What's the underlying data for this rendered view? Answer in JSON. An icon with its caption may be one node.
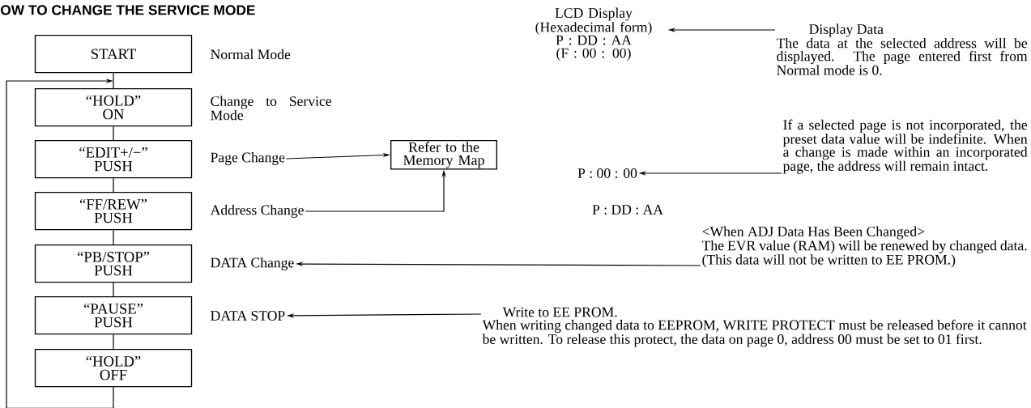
{
  "diagram": {
    "title": "OW TO CHANGE THE SERVICE MODE",
    "nodes": [
      {
        "text": [
          "START"
        ]
      },
      {
        "text": [
          "“HOLD”",
          "ON"
        ]
      },
      {
        "text": [
          "“EDIT+/−”",
          "PUSH"
        ]
      },
      {
        "text": [
          "“FF/REW”",
          "PUSH"
        ]
      },
      {
        "text": [
          "“PB/STOP”",
          "PUSH"
        ]
      },
      {
        "text": [
          "“PAUSE”",
          "PUSH"
        ]
      },
      {
        "text": [
          "“HOLD”",
          "OFF"
        ]
      },
      {
        "text": [
          "Page Change"
        ]
      },
      {
        "text": [
          "Refer to the Memory Map"
        ]
      },
      {
        "text": [
          "Address Change"
        ]
      },
      {
        "text": [
          "DATA Change"
        ]
      },
      {
        "text": [
          "DATA STOP"
        ]
      },
      {
        "text": [
          "LCD Display (Hexadecimal form)",
          "P : DD : AA",
          "(F : 00 : 00)"
        ]
      },
      {
        "text": [
          "Display Data",
          "The data at the selected address will be displayed. The page entered first from Normal mode is 0."
        ]
      },
      {
        "text": [
          "P : 00 : 00"
        ]
      },
      {
        "text": [
          "If a selected page is not incorporated, the preset data value will be indefinite. When a change is made within an incorporated page, the address will remain intact."
        ]
      },
      {
        "text": [
          "<When ADJ Data Has Been Changed>",
          "The EVR value (RAM) will be renewed by changed data. (This data will not be written to EE PROM.)"
        ]
      },
      {
        "text": [
          "Write to EE PROM.",
          "When writing changed data to EEPROM, WRITE PROTECT must be released before it cannot be written. To release this protect, the data on page 0, address 00 must be set to 01 first."
        ]
      }
    ],
    "edges": [
      {
        "from": 0,
        "to": 1,
        "arrow": "none"
      },
      {
        "from": 1,
        "to": 2,
        "arrow": "none"
      },
      {
        "from": 2,
        "to": 3,
        "arrow": "none"
      },
      {
        "from": 3,
        "to": 4,
        "arrow": "none"
      },
      {
        "from": 4,
        "to": 5,
        "arrow": "none"
      },
      {
        "from": 5,
        "to": 6,
        "arrow": "none"
      },
      {
        "from": 6,
        "to": 1,
        "arrow": "to"
      },
      {
        "from": 7,
        "to": 8,
        "arrow": "to"
      },
      {
        "from": 9,
        "to": 8,
        "arrow": "to"
      },
      {
        "from": 13,
        "to": 12,
        "arrow": "to"
      },
      {
        "from": 15,
        "to": 14,
        "arrow": "to"
      },
      {
        "from": 16,
        "to": 10,
        "arrow": "to"
      },
      {
        "from": 17,
        "to": 11,
        "arrow": "to"
      }
    ],
    "labels": [
      "Normal Mode",
      "Change to Service Mode",
      "P : DD : AA"
    ]
  }
}
